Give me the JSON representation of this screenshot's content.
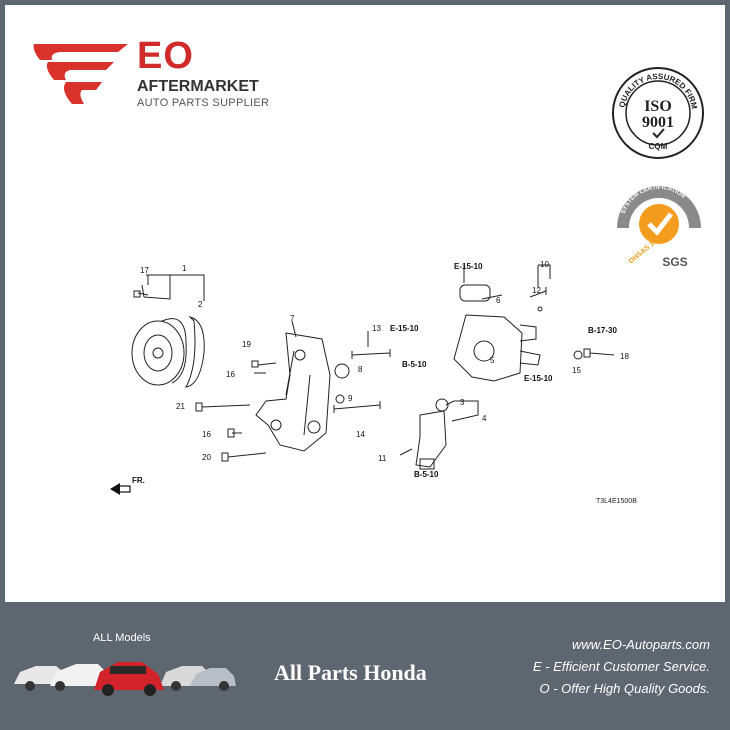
{
  "header": {
    "brand": "EO",
    "subtitle": "AFTERMARKET",
    "tagline": "AUTO PARTS SUPPLIER"
  },
  "badges": {
    "iso_top": "QUALITY ASSURED FIRM",
    "iso_main": "ISO",
    "iso_num": "9001",
    "iso_bottom": "CQM",
    "sgs_top": "SYSTEM CERTIFICATION",
    "sgs_side": "OHSAS 18001",
    "sgs_brand": "SGS"
  },
  "diagram": {
    "callouts": {
      "c1": "1",
      "c2": "2",
      "c3": "3",
      "c4": "4",
      "c5": "5",
      "c6": "6",
      "c7": "7",
      "c8": "8",
      "c9": "9",
      "c10": "10",
      "c11": "11",
      "c12": "12",
      "c13": "13",
      "c14": "14",
      "c15": "15",
      "c16a": "16",
      "c16b": "16",
      "c17": "17",
      "c18": "18",
      "c19": "19",
      "c20": "20",
      "c21": "21"
    },
    "refs": {
      "e1510_top": "E-15-10",
      "e1510_left": "E-15-10",
      "e1510_right": "E-15-10",
      "b510_left": "B-5-10",
      "b510_bottom": "B-5-10",
      "b1730": "B-17-30"
    },
    "front_label": "FR.",
    "code": "T3L4E1500B"
  },
  "footer": {
    "models_label": "ALL Models",
    "title": "All Parts Honda",
    "website": "www.EO-Autoparts.com",
    "line_e": "E - Efficient Customer Service.",
    "line_o": "O - Offer High Quality Goods."
  }
}
